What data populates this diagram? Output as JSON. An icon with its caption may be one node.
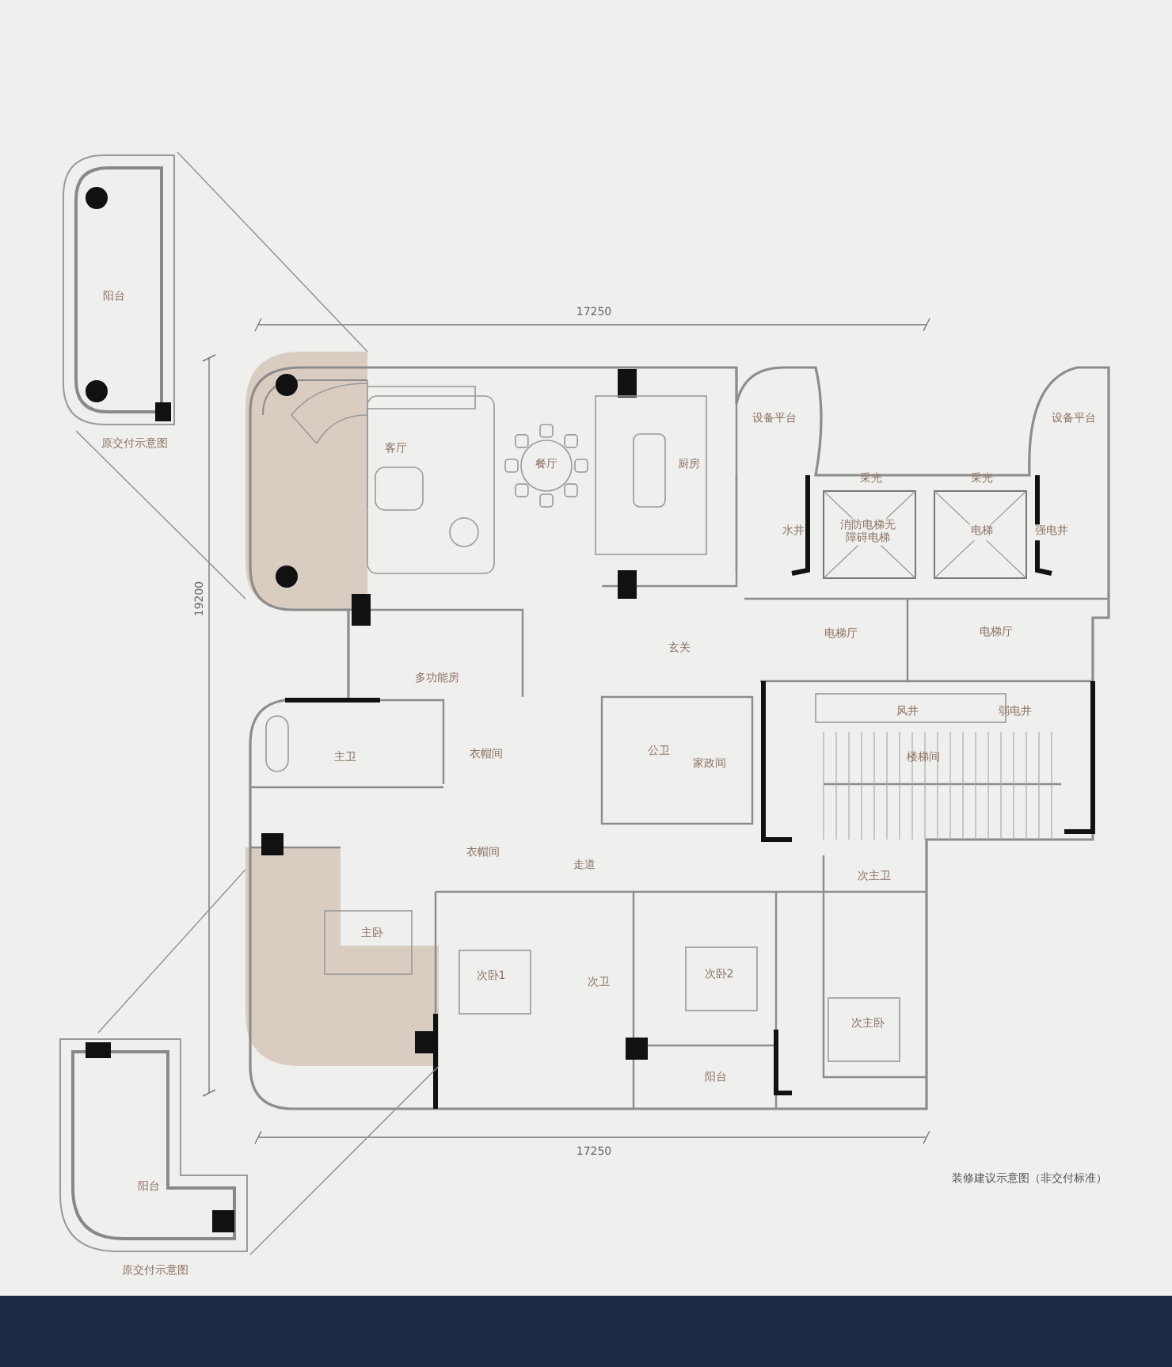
{
  "diagram": {
    "nodes": [
      {
        "text": [
          "阳台"
        ],
        "beside": [
          "原交付示意图"
        ]
      },
      {
        "text": [],
        "shape": "box"
      },
      {
        "text": [
          "阳台"
        ],
        "beside": [
          "原交付示意图"
        ]
      },
      {
        "text": [],
        "shape": "box"
      }
    ],
    "edges": [
      {
        "from": 0,
        "to": 1,
        "arrow": "none"
      },
      {
        "from": 0,
        "to": 1,
        "arrow": "none"
      },
      {
        "from": 2,
        "to": 3,
        "arrow": "none"
      },
      {
        "from": 2,
        "to": 3,
        "arrow": "none"
      }
    ],
    "labels": [
      "17250",
      "19200",
      "客厅",
      "餐厅",
      "厨房",
      "设备平台",
      "设备平台",
      "采光",
      "采光",
      "水井",
      "消防电梯无障碍电梯",
      "电梯",
      "强电井",
      "多功能房",
      "玄关",
      "电梯厅",
      "电梯厅",
      "风井",
      "弱电井",
      "主卫",
      "衣帽间",
      "公卫",
      "家政间",
      "楼梯间",
      "衣帽间",
      "走道",
      "次主卫",
      "主卧",
      "次卧1",
      "次卫",
      "次卧2",
      "次主卧",
      "阳台",
      "17250",
      "装修建议示意图（非交付标准）"
    ]
  }
}
